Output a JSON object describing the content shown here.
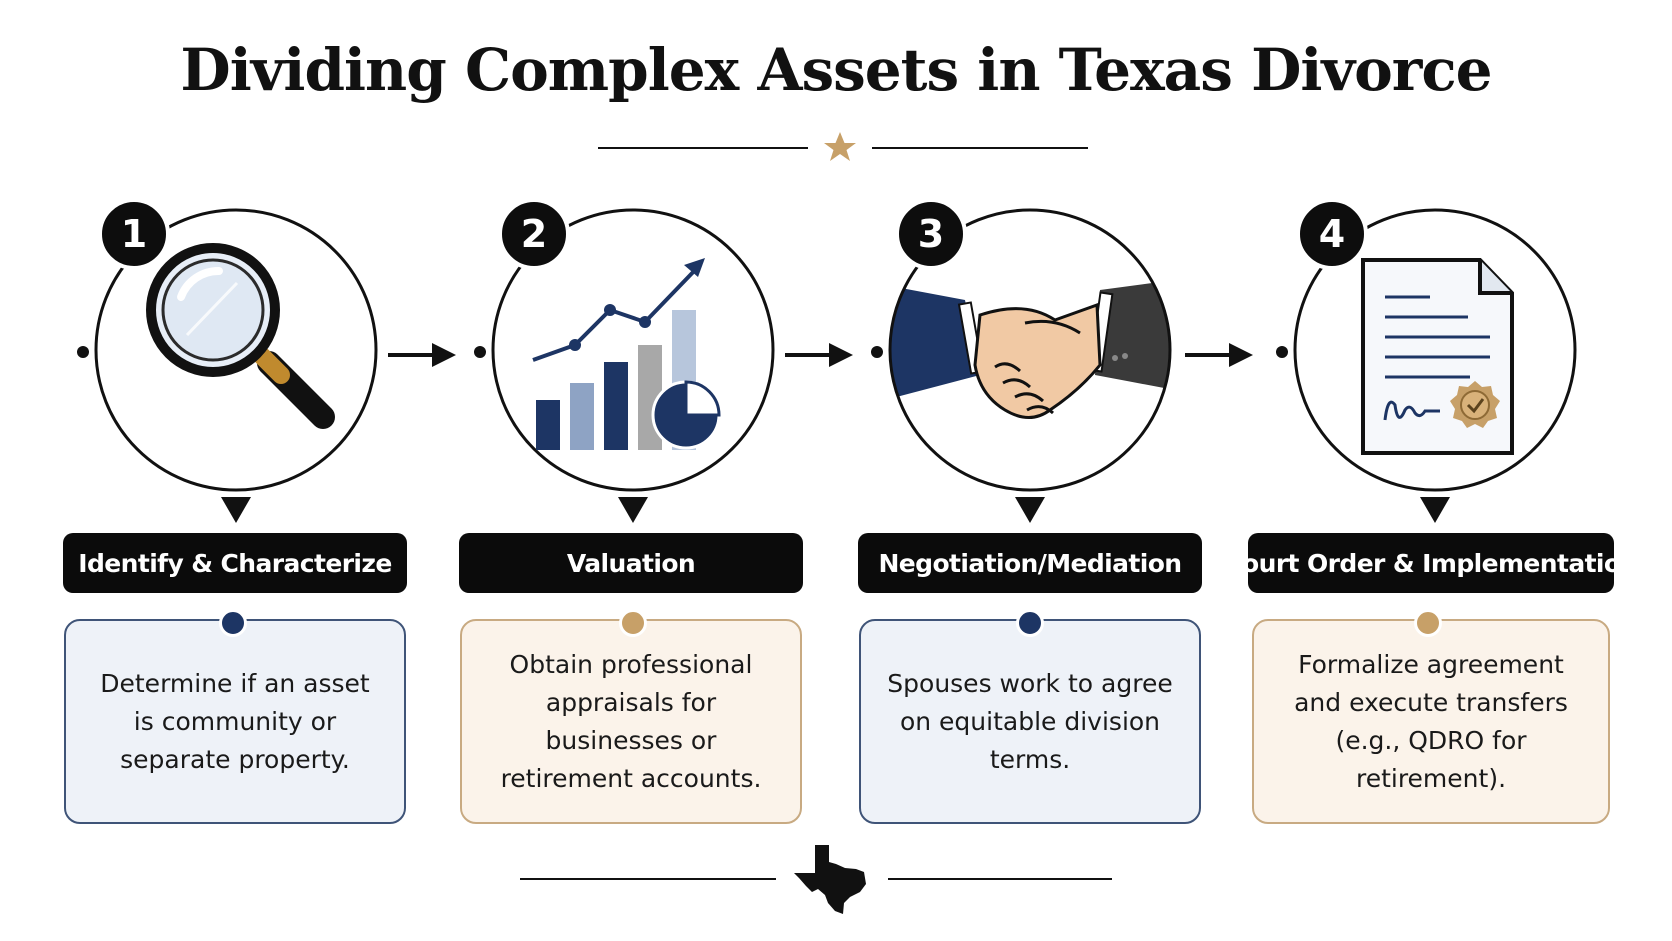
{
  "title": "Dividing Complex Assets in Texas Divorce",
  "colors": {
    "navy": "#1d3564",
    "gold": "#c7a068",
    "black": "#0b0b0b",
    "card_blue_bg": "#eef2f8",
    "card_tan_bg": "#fbf3ea"
  },
  "steps": [
    {
      "number": "1",
      "icon": "magnifying-glass-icon",
      "label": "Identify & Characterize",
      "description": "Determine if an asset is community or separate property.",
      "card_style": "blue"
    },
    {
      "number": "2",
      "icon": "growth-chart-icon",
      "label": "Valuation",
      "description": "Obtain professional appraisals for businesses or retirement accounts.",
      "card_style": "tan"
    },
    {
      "number": "3",
      "icon": "handshake-icon",
      "label": "Negotiation/Mediation",
      "description": "Spouses work to agree on equitable division terms.",
      "card_style": "blue"
    },
    {
      "number": "4",
      "icon": "signed-document-icon",
      "label": "Court Order & Implementation",
      "description": "Formalize agreement and execute transfers (e.g., QDRO for retirement).",
      "card_style": "tan"
    }
  ],
  "decorations": {
    "top_divider_icon": "star-icon",
    "bottom_divider_icon": "texas-map-icon"
  }
}
